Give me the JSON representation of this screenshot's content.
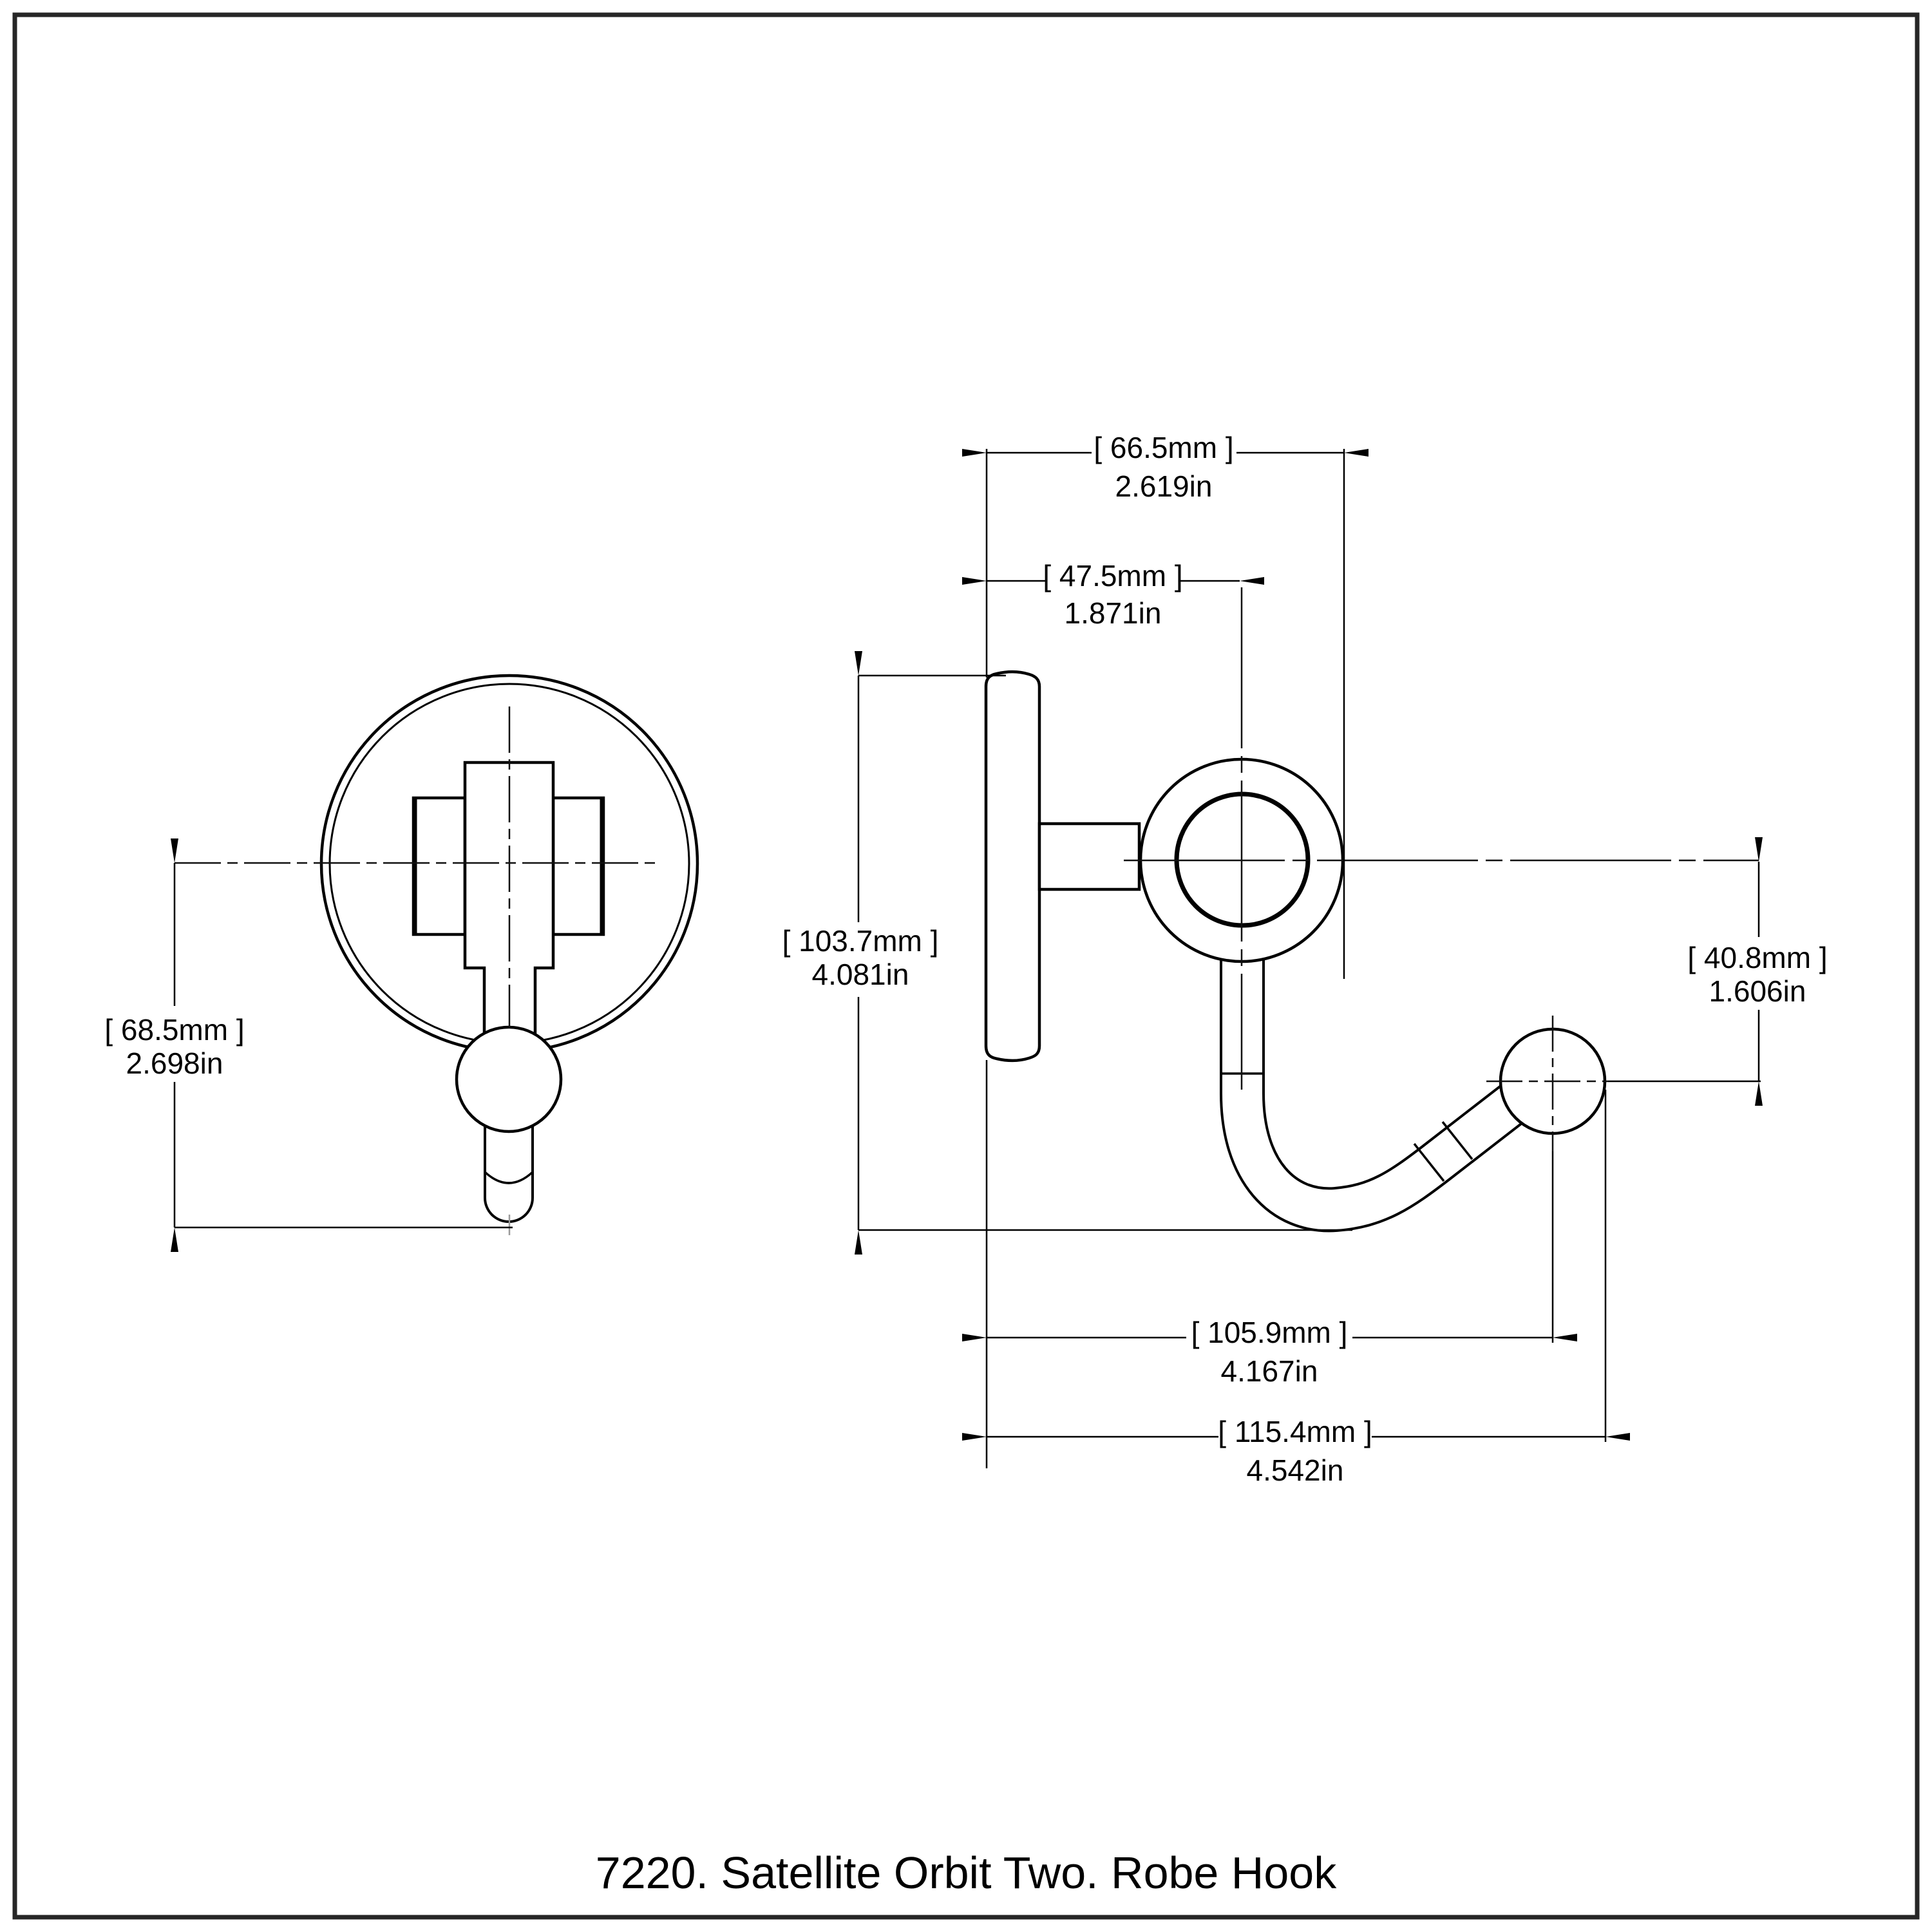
{
  "page": {
    "background": "#ffffff",
    "border_color": "#262626",
    "line_color": "#000000"
  },
  "title": {
    "text": "7220. Satellite Orbit Two. Robe Hook"
  },
  "views": {
    "front": {
      "label": "front-view-of-robe-hook"
    },
    "side": {
      "label": "side-view-of-robe-hook"
    }
  },
  "dimensions": {
    "wall_to_ring_outer": {
      "mm": "[ 66.5mm ]",
      "inch": "2.619in"
    },
    "wall_to_ring_center": {
      "mm": "[ 47.5mm ]",
      "inch": "1.871in"
    },
    "overall_height": {
      "mm": "[ 103.7mm ]",
      "inch": "4.081in"
    },
    "front_center_to_tip": {
      "mm": "[ 68.5mm ]",
      "inch": "2.698in"
    },
    "ring_to_ball_drop": {
      "mm": "[ 40.8mm ]",
      "inch": "1.606in"
    },
    "wall_to_ball_center": {
      "mm": "[ 105.9mm ]",
      "inch": "4.167in"
    },
    "overall_projection": {
      "mm": "[ 115.4mm ]",
      "inch": "4.542in"
    }
  }
}
